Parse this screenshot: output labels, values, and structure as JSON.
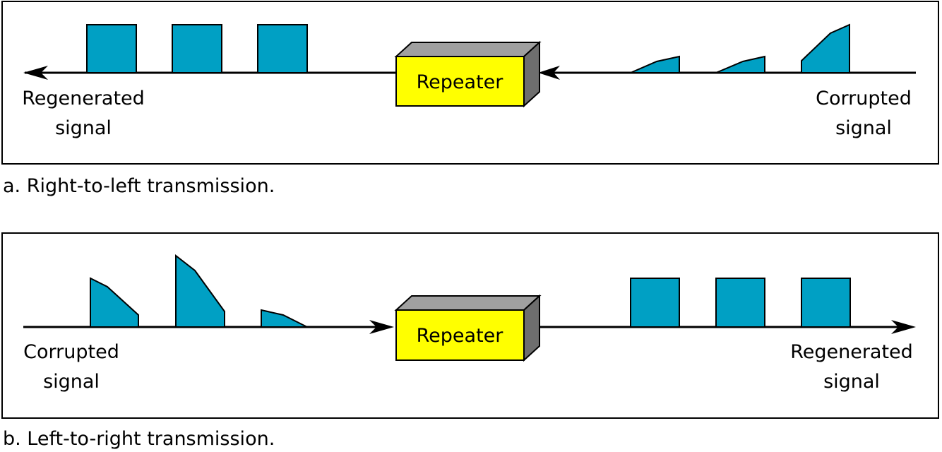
{
  "panel_a": {
    "caption": "a. Right-to-left transmission.",
    "repeater_label": "Repeater",
    "left_label": [
      "Regenerated",
      "signal"
    ],
    "right_label": [
      "Corrupted",
      "signal"
    ]
  },
  "panel_b": {
    "caption": "b. Left-to-right transmission.",
    "repeater_label": "Repeater",
    "left_label": [
      "Corrupted",
      "signal"
    ],
    "right_label": [
      "Regenerated",
      "signal"
    ]
  },
  "colors": {
    "pulse": "#00A0C4",
    "repeater_front": "#FFFF00",
    "repeater_top": "#A0A0A0",
    "repeater_side": "#6E6E6E",
    "line": "#000000"
  }
}
